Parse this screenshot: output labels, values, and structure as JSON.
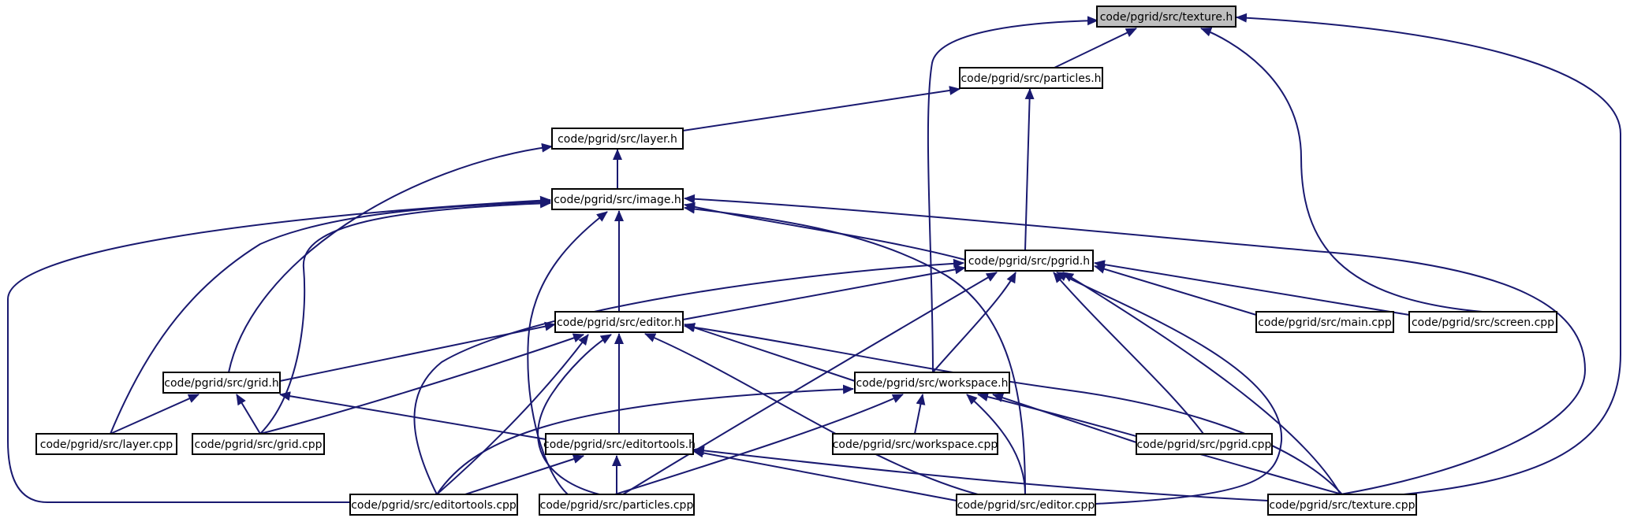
{
  "colors": {
    "edge": "#191970",
    "node_border": "#000000",
    "root_fill": "#bfbfbf",
    "node_fill": "#ffffff",
    "background": "#ffffff"
  },
  "nodes": [
    {
      "id": "texture_h",
      "label": "code/pgrid/src/texture.h",
      "root": true
    },
    {
      "id": "particles_h",
      "label": "code/pgrid/src/particles.h"
    },
    {
      "id": "layer_h",
      "label": "code/pgrid/src/layer.h"
    },
    {
      "id": "image_h",
      "label": "code/pgrid/src/image.h"
    },
    {
      "id": "pgrid_h",
      "label": "code/pgrid/src/pgrid.h"
    },
    {
      "id": "editor_h",
      "label": "code/pgrid/src/editor.h"
    },
    {
      "id": "main_cpp",
      "label": "code/pgrid/src/main.cpp"
    },
    {
      "id": "screen_cpp",
      "label": "code/pgrid/src/screen.cpp"
    },
    {
      "id": "grid_h",
      "label": "code/pgrid/src/grid.h"
    },
    {
      "id": "workspace_h",
      "label": "code/pgrid/src/workspace.h"
    },
    {
      "id": "layer_cpp",
      "label": "code/pgrid/src/layer.cpp"
    },
    {
      "id": "grid_cpp",
      "label": "code/pgrid/src/grid.cpp"
    },
    {
      "id": "editortools_h",
      "label": "code/pgrid/src/editortools.h"
    },
    {
      "id": "workspace_cpp",
      "label": "code/pgrid/src/workspace.cpp"
    },
    {
      "id": "pgrid_cpp",
      "label": "code/pgrid/src/pgrid.cpp"
    },
    {
      "id": "editortools_cpp",
      "label": "code/pgrid/src/editortools.cpp"
    },
    {
      "id": "particles_cpp",
      "label": "code/pgrid/src/particles.cpp"
    },
    {
      "id": "editor_cpp",
      "label": "code/pgrid/src/editor.cpp"
    },
    {
      "id": "texture_cpp",
      "label": "code/pgrid/src/texture.cpp"
    }
  ],
  "edges": [
    {
      "from": "particles_h",
      "to": "texture_h"
    },
    {
      "from": "workspace_h",
      "to": "texture_h"
    },
    {
      "from": "screen_cpp",
      "to": "texture_h"
    },
    {
      "from": "texture_cpp",
      "to": "texture_h"
    },
    {
      "from": "layer_h",
      "to": "particles_h"
    },
    {
      "from": "pgrid_h",
      "to": "particles_h"
    },
    {
      "from": "image_h",
      "to": "layer_h"
    },
    {
      "from": "grid_h",
      "to": "layer_h"
    },
    {
      "from": "pgrid_h",
      "to": "image_h"
    },
    {
      "from": "editor_h",
      "to": "image_h"
    },
    {
      "from": "layer_cpp",
      "to": "image_h"
    },
    {
      "from": "grid_cpp",
      "to": "image_h"
    },
    {
      "from": "editortools_cpp",
      "to": "image_h"
    },
    {
      "from": "particles_cpp",
      "to": "image_h"
    },
    {
      "from": "editor_cpp",
      "to": "image_h"
    },
    {
      "from": "texture_cpp",
      "to": "image_h"
    },
    {
      "from": "editor_h",
      "to": "pgrid_h"
    },
    {
      "from": "main_cpp",
      "to": "pgrid_h"
    },
    {
      "from": "screen_cpp",
      "to": "pgrid_h"
    },
    {
      "from": "workspace_h",
      "to": "pgrid_h"
    },
    {
      "from": "pgrid_cpp",
      "to": "pgrid_h"
    },
    {
      "from": "editortools_cpp",
      "to": "pgrid_h"
    },
    {
      "from": "particles_cpp",
      "to": "pgrid_h"
    },
    {
      "from": "editor_cpp",
      "to": "pgrid_h"
    },
    {
      "from": "texture_cpp",
      "to": "pgrid_h"
    },
    {
      "from": "grid_h",
      "to": "editor_h"
    },
    {
      "from": "workspace_h",
      "to": "editor_h"
    },
    {
      "from": "editortools_h",
      "to": "editor_h"
    },
    {
      "from": "grid_cpp",
      "to": "editor_h"
    },
    {
      "from": "editortools_cpp",
      "to": "editor_h"
    },
    {
      "from": "particles_cpp",
      "to": "editor_h"
    },
    {
      "from": "editor_cpp",
      "to": "editor_h"
    },
    {
      "from": "texture_cpp",
      "to": "editor_h"
    },
    {
      "from": "layer_cpp",
      "to": "grid_h"
    },
    {
      "from": "grid_cpp",
      "to": "grid_h"
    },
    {
      "from": "editortools_h",
      "to": "grid_h"
    },
    {
      "from": "workspace_cpp",
      "to": "workspace_h"
    },
    {
      "from": "pgrid_cpp",
      "to": "workspace_h"
    },
    {
      "from": "editortools_cpp",
      "to": "workspace_h"
    },
    {
      "from": "particles_cpp",
      "to": "workspace_h"
    },
    {
      "from": "editor_cpp",
      "to": "workspace_h"
    },
    {
      "from": "texture_cpp",
      "to": "workspace_h"
    },
    {
      "from": "editortools_cpp",
      "to": "editortools_h"
    },
    {
      "from": "particles_cpp",
      "to": "editortools_h"
    },
    {
      "from": "editor_cpp",
      "to": "editortools_h"
    },
    {
      "from": "texture_cpp",
      "to": "editortools_h"
    }
  ]
}
